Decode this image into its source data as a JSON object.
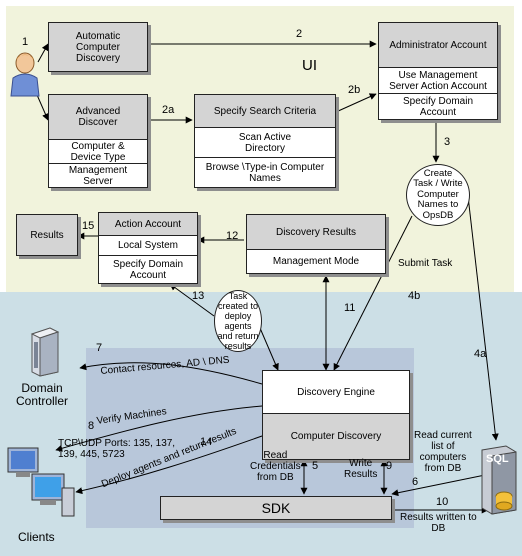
{
  "labels": {
    "ui": "UI",
    "submit_task": "Submit Task",
    "domain_controller": "Domain\nController",
    "clients": "Clients",
    "sql": "SQL",
    "read_credentials": "Read\nCredentials\nfrom DB",
    "write_results": "Write\nResults",
    "read_current": "Read current\nlist of\ncomputers\nfrom DB",
    "results_written": "Results written to\nDB",
    "tcp_ports": "TCP\\UDP Ports: 135, 137,\n139, 445, 5723",
    "contact_resources": "Contact resources, AD \\ DNS",
    "verify_machines": "Verify Machines",
    "deploy_agents": "Deploy agents and return results"
  },
  "boxes": {
    "automatic_discovery": "Automatic\nComputer\nDiscovery",
    "advanced_discover": "Advanced\nDiscover",
    "computer_device_type": "Computer &\nDevice Type",
    "management_server": "Management\nServer",
    "specify_search": "Specify Search Criteria",
    "scan_ad": "Scan Active\nDirectory",
    "browse": "Browse \\Type-in Computer\nNames",
    "admin_account": "Administrator Account",
    "use_mgmt_server": "Use Management\nServer Action Account",
    "specify_domain_1": "Specify Domain\nAccount",
    "create_task": "Create\nTask / Write\nComputer\nNames to\nOpsDB",
    "results": "Results",
    "action_account": "Action Account",
    "local_system": "Local System",
    "specify_domain_2": "Specify Domain\nAccount",
    "discovery_results": "Discovery Results",
    "management_mode": "Management Mode",
    "task_deploy": "Task\ncreated to\ndeploy\nagents\nand return\nresults",
    "discovery_engine": "Discovery Engine",
    "computer_discovery": "Computer Discovery",
    "sdk": "SDK"
  },
  "steps": {
    "s1": "1",
    "s2": "2",
    "s2a": "2a",
    "s2b": "2b",
    "s3": "3",
    "s4a": "4a",
    "s4b": "4b",
    "s5": "5",
    "s6": "6",
    "s7": "7",
    "s8": "8",
    "s9": "9",
    "s10": "10",
    "s11": "11",
    "s12": "12",
    "s13": "13",
    "s14": "14",
    "s15": "15"
  },
  "colors": {
    "ui_region": "#f1f3dc",
    "bottom_region": "#ccdfe6",
    "engine_region": "#b8c7da",
    "box_header": "#d4d4d4"
  },
  "icons": [
    "user-icon",
    "server-icon",
    "client-computers-icon",
    "sql-database-icon"
  ]
}
